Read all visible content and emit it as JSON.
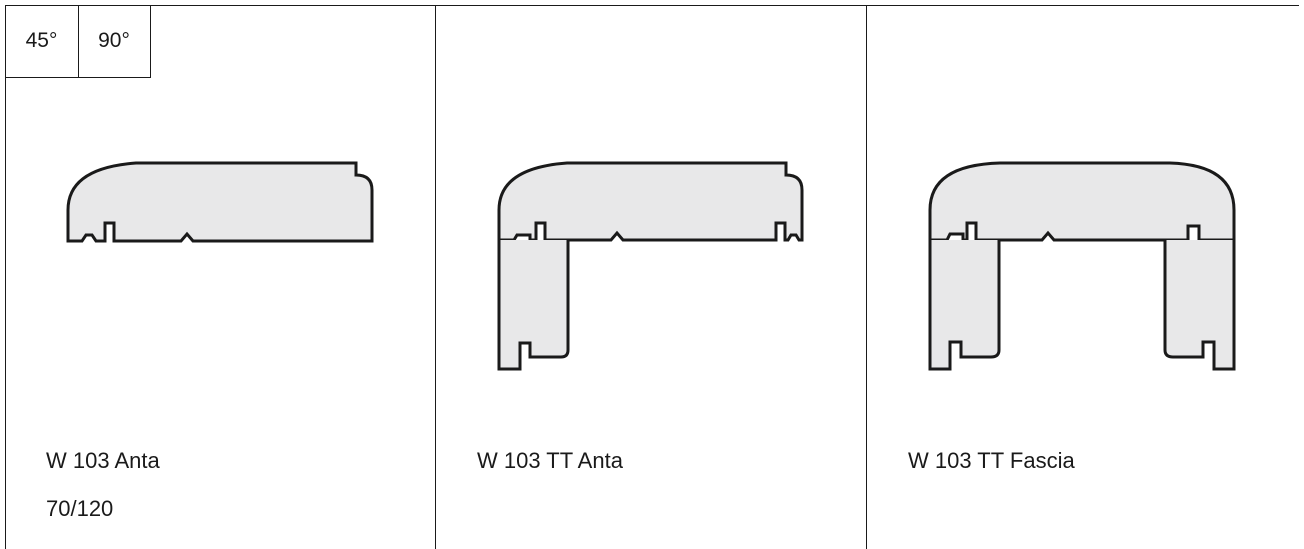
{
  "angles": {
    "a45": "45°",
    "a90": "90°"
  },
  "panels": [
    {
      "name": "W 103 Anta",
      "size": "70/120"
    },
    {
      "name": "W 103 TT Anta"
    },
    {
      "name": "W 103 TT Fascia"
    }
  ],
  "colors": {
    "profile_fill": "#e8e8e9",
    "line": "#1a1a1a"
  }
}
